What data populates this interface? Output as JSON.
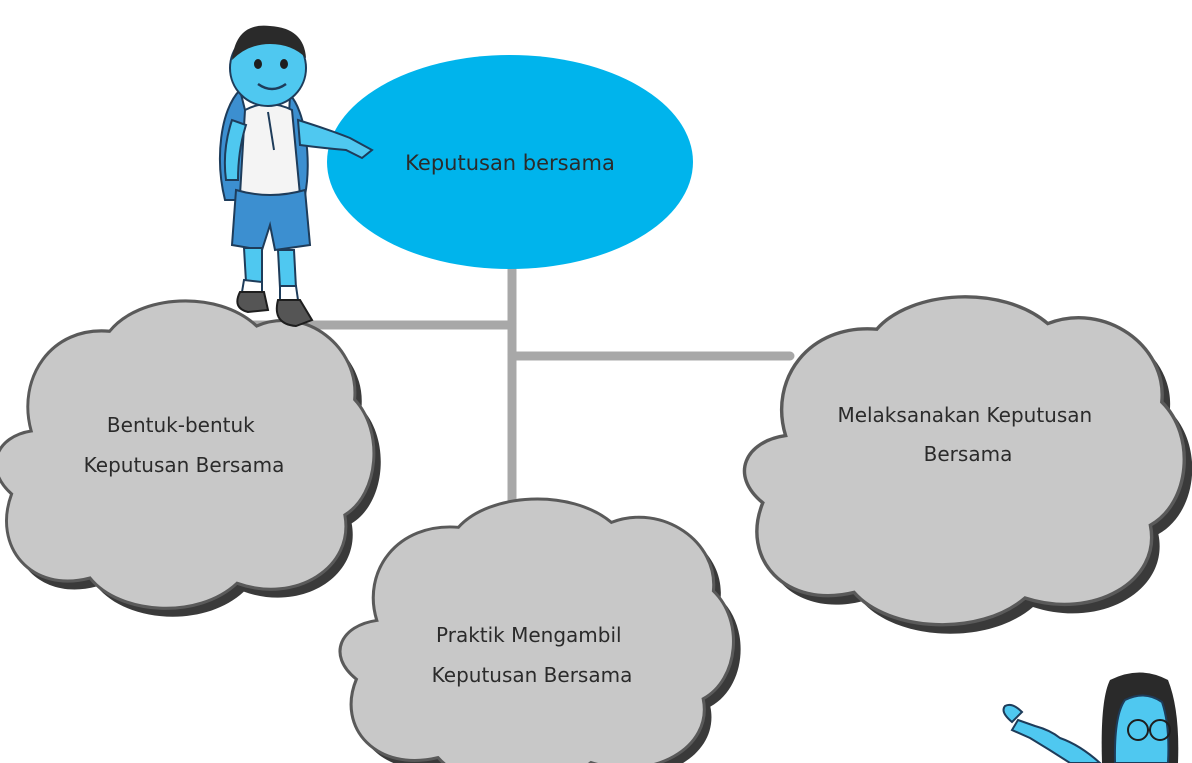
{
  "diagram": {
    "root": {
      "label": "Keputusan bersama",
      "color": "#00b4ec"
    },
    "branches": [
      {
        "id": "left",
        "lines": [
          "Bentuk-bentuk",
          "Keputusan Bersama"
        ]
      },
      {
        "id": "middle",
        "lines": [
          "Praktik Mengambil",
          "Keputusan Bersama"
        ]
      },
      {
        "id": "right",
        "lines": [
          "Melaksanakan Keputusan",
          "Bersama"
        ]
      }
    ],
    "colors": {
      "connector": "#a8a8a8",
      "cloud_fill": "#c8c8c8",
      "cloud_outline": "#5a5a5a",
      "cloud_shadow": "#3a3a3a",
      "character_skin": "#4fc8f0",
      "character_outline": "#1e3c5a"
    }
  }
}
